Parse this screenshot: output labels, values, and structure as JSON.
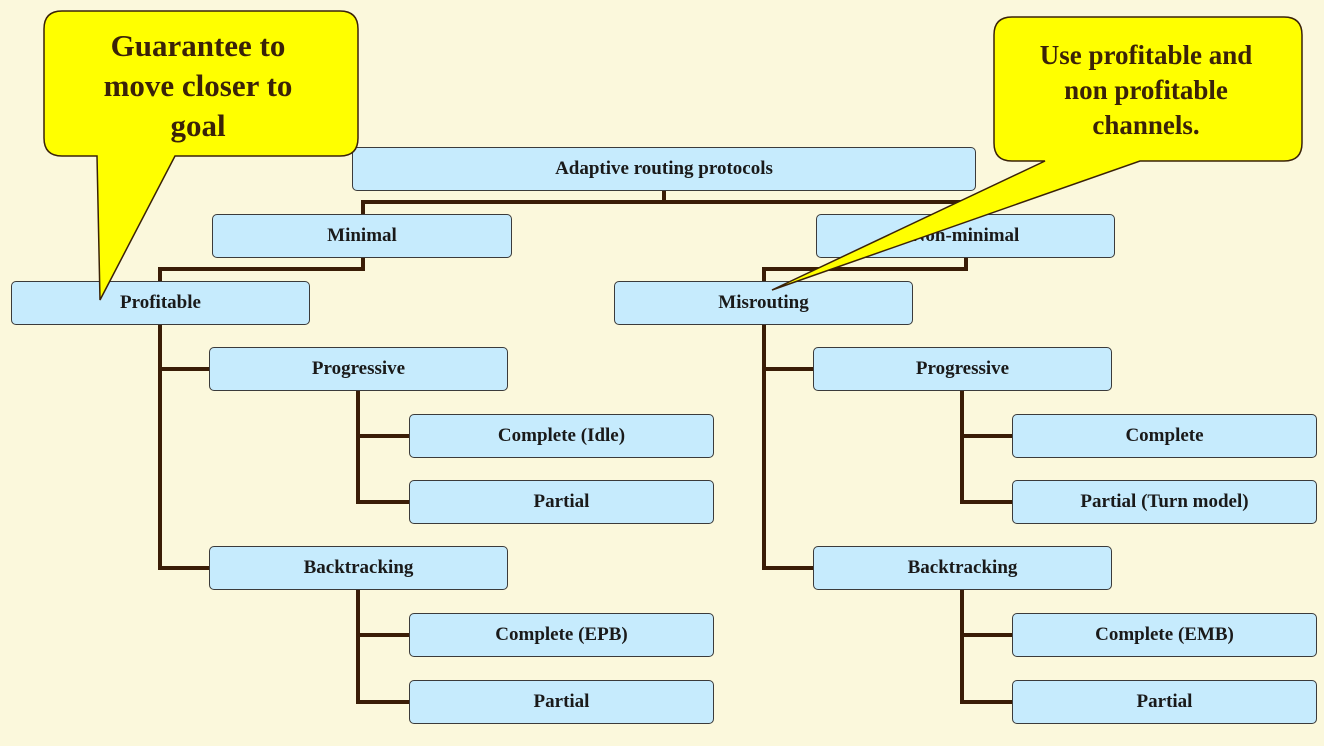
{
  "colors": {
    "background": "#fbf8dc",
    "node_fill": "#c6ebfd",
    "node_border": "#3b3b3b",
    "connector": "#3a1d06",
    "callout_fill": "#ffff00",
    "callout_text": "#3a2208"
  },
  "callouts": {
    "left": {
      "lines": [
        "Guarantee to",
        "move closer to",
        "goal"
      ]
    },
    "right": {
      "lines": [
        "Use profitable and",
        "non profitable",
        "channels."
      ]
    }
  },
  "tree": {
    "root": "Adaptive routing protocols",
    "minimal": "Minimal",
    "non_minimal": "Non-minimal",
    "profitable": "Profitable",
    "misrouting": "Misrouting",
    "left": {
      "progressive": "Progressive",
      "progressive_complete": "Complete (Idle)",
      "progressive_partial": "Partial",
      "backtracking": "Backtracking",
      "backtracking_complete": "Complete (EPB)",
      "backtracking_partial": "Partial"
    },
    "right": {
      "progressive": "Progressive",
      "progressive_complete": "Complete",
      "progressive_partial": "Partial (Turn model)",
      "backtracking": "Backtracking",
      "backtracking_complete": "Complete (EMB)",
      "backtracking_partial": "Partial"
    }
  }
}
